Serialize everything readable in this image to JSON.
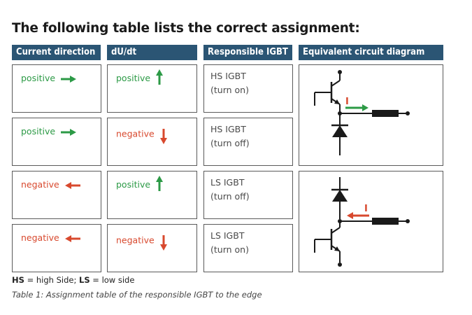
{
  "heading": "The following table lists the correct assignment:",
  "headers": [
    "Current direction",
    "dU/dt",
    "Responsible IGBT",
    "Equivalent circuit diagram"
  ],
  "rows": [
    {
      "current": "positive",
      "current_dir": "right",
      "dudt": "positive",
      "dudt_dir": "up",
      "igbt_line1": "HS IGBT",
      "igbt_line2": "(turn on)"
    },
    {
      "current": "positive",
      "current_dir": "right",
      "dudt": "negative",
      "dudt_dir": "down",
      "igbt_line1": "HS IGBT",
      "igbt_line2": "(turn off)"
    },
    {
      "current": "negative",
      "current_dir": "left",
      "dudt": "positive",
      "dudt_dir": "up",
      "igbt_line1": "LS IGBT",
      "igbt_line2": "(turn off)"
    },
    {
      "current": "negative",
      "current_dir": "left",
      "dudt": "negative",
      "dudt_dir": "down",
      "igbt_line1": "LS IGBT",
      "igbt_line2": "(turn on)"
    }
  ],
  "diagrams": {
    "top_label": "I",
    "bottom_label": "I"
  },
  "footnote": {
    "hs_abbr": "HS",
    "hs_text": " = high Side; ",
    "ls_abbr": "LS",
    "ls_text": " = low side"
  },
  "caption": "Table 1: Assignment table of the responsible IGBT to the edge",
  "colors": {
    "header_bg": "#2b5574",
    "positive": "#2c9a46",
    "negative": "#d8492e",
    "text_gray": "#4a4a4a"
  },
  "icons": {
    "right": "arrow-right-icon",
    "left": "arrow-left-icon",
    "up": "arrow-up-icon",
    "down": "arrow-down-icon"
  }
}
